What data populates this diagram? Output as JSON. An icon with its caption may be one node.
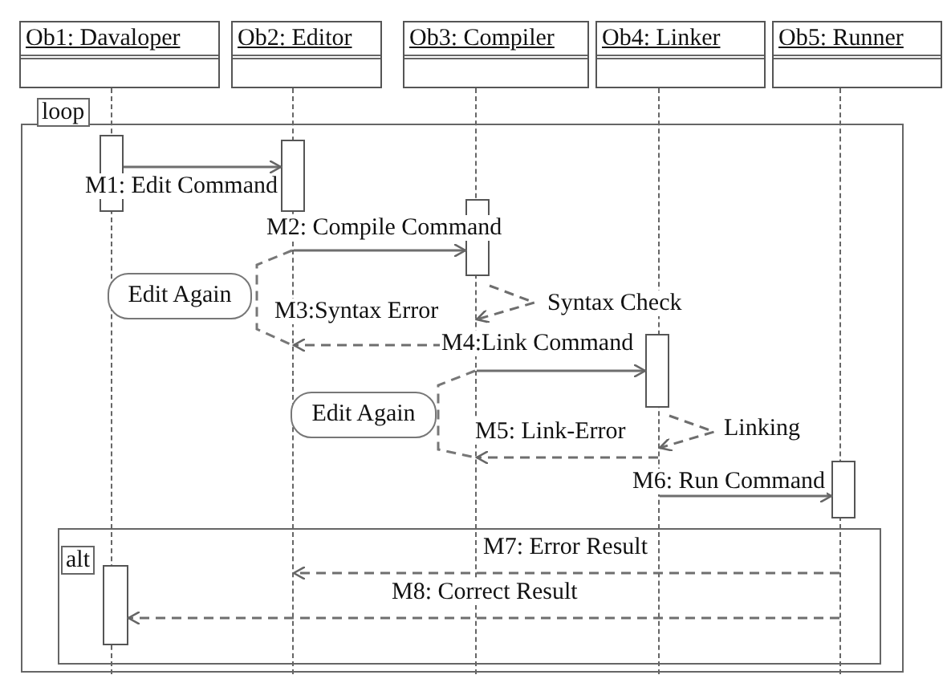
{
  "diagram": {
    "nodes": [
      {
        "text": [
          "Ob1: Davaloper"
        ]
      },
      {
        "text": [
          "Ob2: Editor"
        ]
      },
      {
        "text": [
          "Ob3: Compiler"
        ]
      },
      {
        "text": [
          "Ob4: Linker"
        ]
      },
      {
        "text": [
          "Ob5: Runner"
        ]
      },
      {
        "text": [],
        "shape": "line"
      },
      {
        "text": [],
        "shape": "line"
      },
      {
        "text": [],
        "shape": "line"
      },
      {
        "text": [],
        "shape": "line"
      },
      {
        "text": [],
        "shape": "line"
      },
      {
        "text": [
          "loop"
        ]
      },
      {
        "text": [],
        "shape": "box",
        "in": 10
      },
      {
        "text": [],
        "shape": "box",
        "in": 10
      },
      {
        "text": [],
        "shape": "box",
        "in": 10
      },
      {
        "text": [
          "Edit Again"
        ],
        "in": 10
      },
      {
        "text": [],
        "shape": "box",
        "in": 10
      },
      {
        "text": [
          "Edit Again"
        ],
        "in": 10
      },
      {
        "text": [],
        "shape": "box",
        "in": 10
      },
      {
        "text": [
          "alt"
        ],
        "in": 10
      },
      {
        "text": [],
        "shape": "box",
        "in": 18
      }
    ],
    "edges": [
      {
        "from": 11,
        "to": 12,
        "arrow": "to",
        "label": "M1: Edit Command"
      },
      {
        "from": 6,
        "to": 13,
        "arrow": "to",
        "label": "M2: Compile Command"
      },
      {
        "from": 13,
        "to": 7,
        "arrow": "to",
        "label": "Syntax Check",
        "style": "dashed"
      },
      {
        "from": 7,
        "to": 6,
        "arrow": "to",
        "label": "M3:Syntax Error",
        "style": "dashed"
      },
      {
        "from": 7,
        "to": 15,
        "arrow": "to",
        "label": "M4:Link Command"
      },
      {
        "from": 15,
        "to": 8,
        "arrow": "to",
        "label": "Linking",
        "style": "dashed"
      },
      {
        "from": 8,
        "to": 7,
        "arrow": "to",
        "label": "M5: Link-Error",
        "style": "dashed"
      },
      {
        "from": 8,
        "to": 17,
        "arrow": "to",
        "label": "M6: Run Command"
      },
      {
        "from": 9,
        "to": 6,
        "arrow": "to",
        "label": "M7: Error Result",
        "style": "dashed"
      },
      {
        "from": 9,
        "to": 19,
        "arrow": "to",
        "label": "M8: Correct Result",
        "style": "dashed"
      }
    ]
  }
}
